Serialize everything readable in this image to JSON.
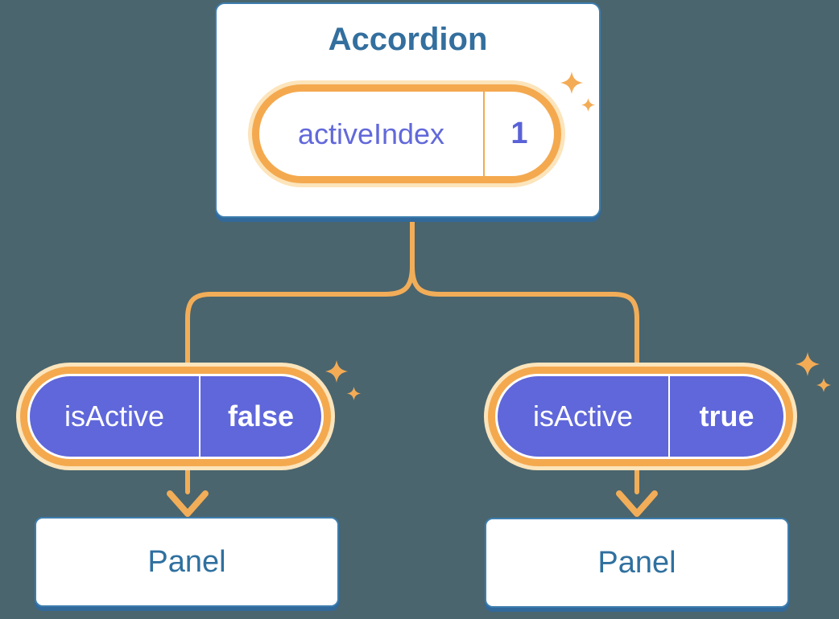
{
  "diagram": {
    "accordion_card": {
      "title": "Accordion",
      "state": {
        "label": "activeIndex",
        "value": "1"
      }
    },
    "children": [
      {
        "prop": {
          "label": "isActive",
          "value": "false"
        },
        "panel": {
          "title": "Panel"
        }
      },
      {
        "prop": {
          "label": "isActive",
          "value": "true"
        },
        "panel": {
          "title": "Panel"
        }
      }
    ]
  },
  "colors": {
    "background": "#4a656e",
    "card_border_blue": "#3d7dae",
    "card_shadow_blue": "#31699b",
    "heading_blue": "#336f9e",
    "pill_purple": "#5f67da",
    "pill_text_purple": "#6269da",
    "ring_orange": "#f4a94f",
    "ring_glow": "#fce4bb",
    "wire_orange": "#f2ad58",
    "sparkle_orange": "#f4ab55"
  },
  "icons": {
    "sparkle": "sparkle-icon",
    "arrow_down": "arrow-down-icon"
  }
}
